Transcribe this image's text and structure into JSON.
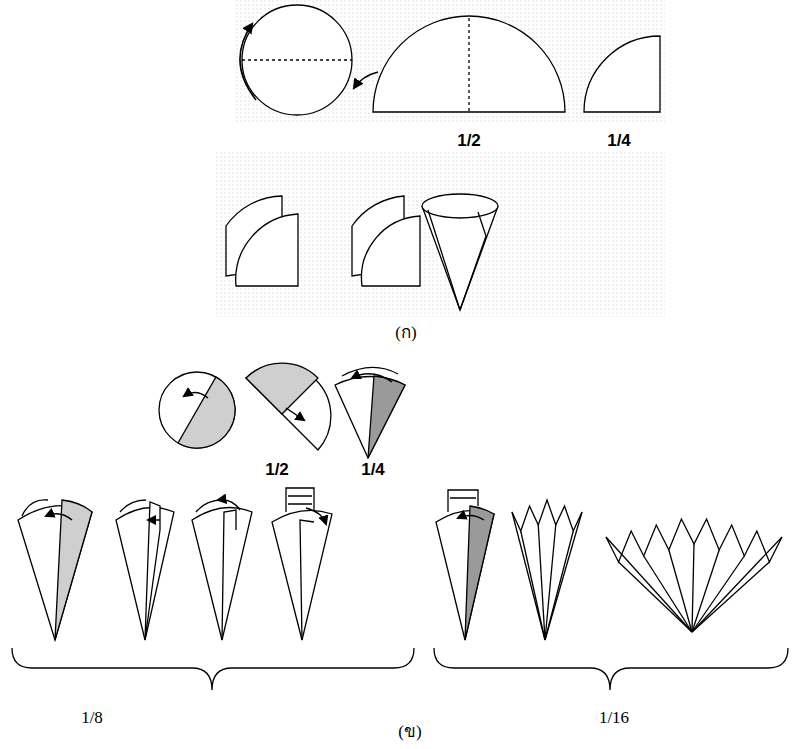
{
  "diagram": {
    "labels": [
      "1/2",
      "1/4",
      "(ก)",
      "1/2",
      "1/4",
      "1/8",
      "1/16",
      "(ข)"
    ]
  }
}
